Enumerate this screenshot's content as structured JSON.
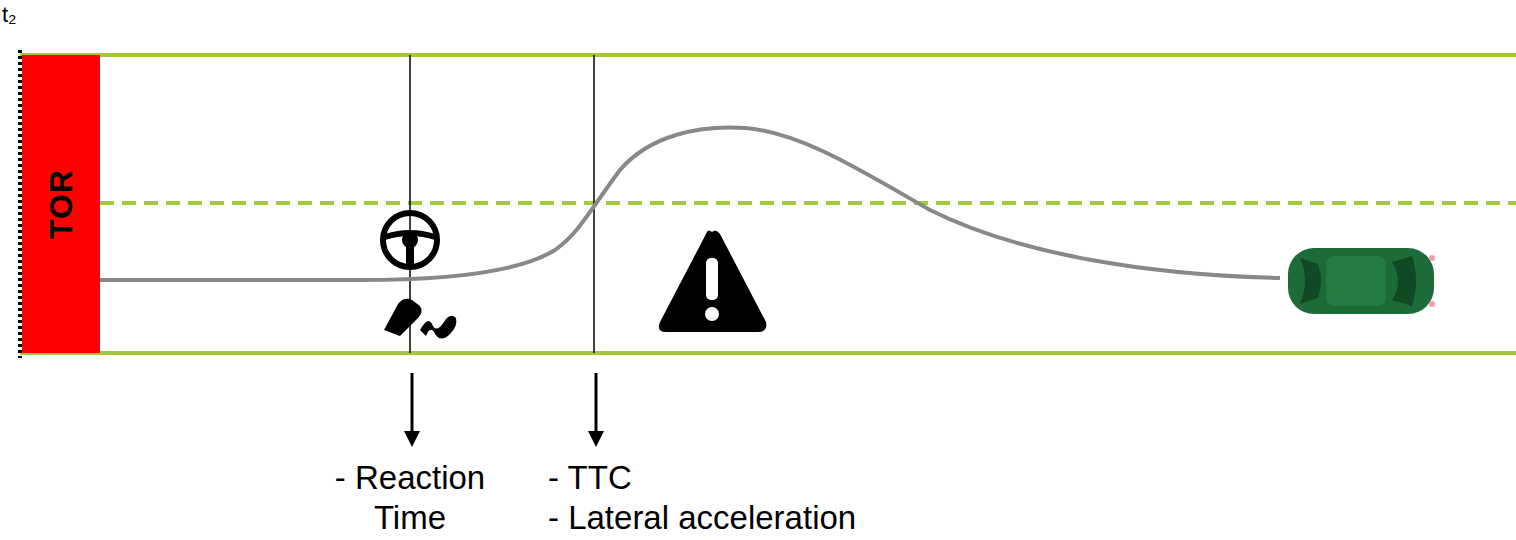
{
  "diagram": {
    "nodes": [
      {
        "text": [
          "TOR"
        ]
      }
    ],
    "labels": [
      "t₂",
      "- Reaction Time",
      "- TTC",
      "- Lateral acceleration"
    ]
  }
}
